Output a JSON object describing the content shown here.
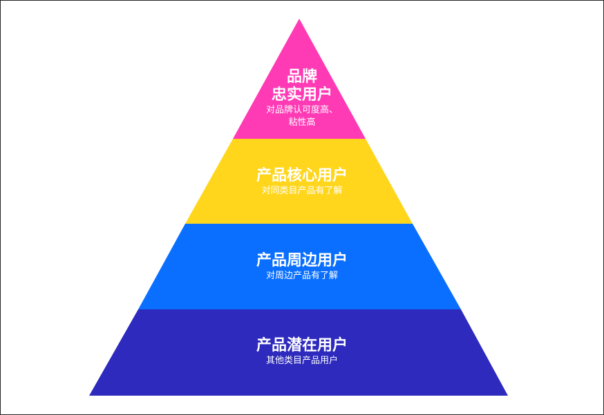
{
  "pyramid": {
    "layers": [
      {
        "title_line1": "品牌",
        "title_line2": "忠实用户",
        "desc_line1": "对品牌认可度高、",
        "desc_line2": "粘性高",
        "color": "#FF3AB5"
      },
      {
        "title": "产品核心用户",
        "desc": "对同类目产品有了解",
        "color": "#FFD61C"
      },
      {
        "title": "产品周边用户",
        "desc": "对周边产品有了解",
        "color": "#0A6FFF"
      },
      {
        "title": "产品潜在用户",
        "desc": "其他类目产品用户",
        "color": "#2D2ABD"
      }
    ]
  }
}
